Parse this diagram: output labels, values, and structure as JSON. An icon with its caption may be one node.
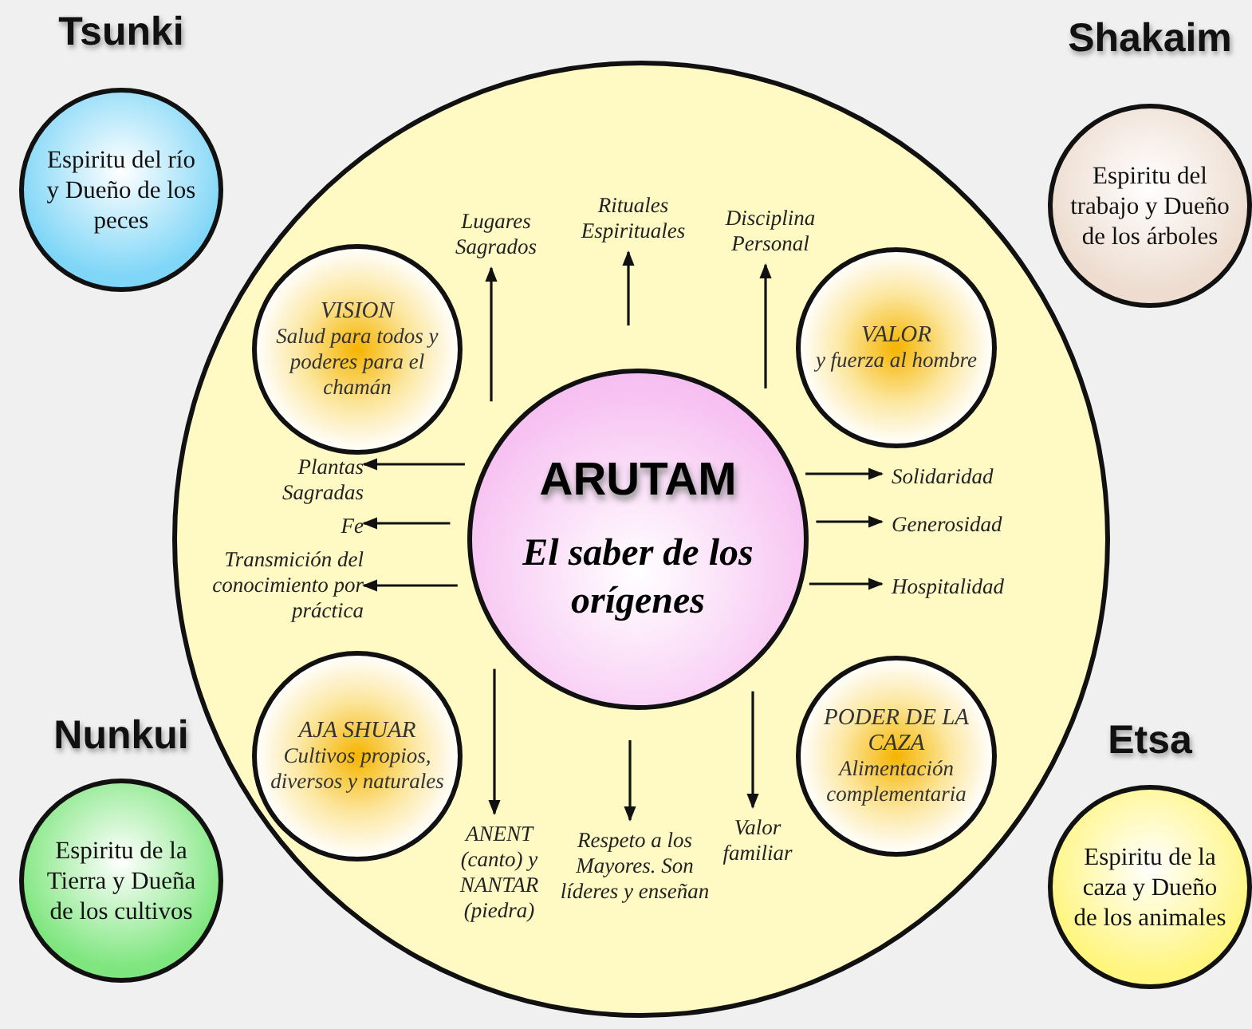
{
  "diagram": {
    "nodes": [
      {
        "text": [
          "Tsunki",
          "Espiritu del río y Dueño de los peces"
        ]
      },
      {
        "text": [
          "Shakaim",
          "Espiritu del trabajo y Dueño de los árboles"
        ]
      },
      {
        "text": [],
        "shape": "circle"
      },
      {
        "text": [
          "Lugares Sagrados"
        ],
        "in": 2
      },
      {
        "text": [
          "Rituales Espirituales"
        ],
        "in": 2
      },
      {
        "text": [
          "Disciplina Personal"
        ],
        "in": 2
      },
      {
        "text": [
          "VISION",
          "Salud para todos y poderes para el chamán"
        ],
        "in": 2
      },
      {
        "text": [
          "VALOR",
          "y fuerza al hombre"
        ],
        "in": 2
      },
      {
        "text": [
          "ARUTAM",
          "El saber de los orígenes"
        ],
        "in": 2
      },
      {
        "text": [
          "Plantas Sagradas"
        ],
        "in": 2
      },
      {
        "text": [
          "Fe"
        ],
        "in": 2
      },
      {
        "text": [
          "Transmición del conocimiento por práctica"
        ],
        "in": 2
      },
      {
        "text": [
          "Solidaridad"
        ],
        "in": 2
      },
      {
        "text": [
          "Generosidad"
        ],
        "in": 2
      },
      {
        "text": [
          "Hospitalidad"
        ],
        "in": 2
      },
      {
        "text": [
          "AJA SHUAR",
          "Cultivos propios, diversos y naturales"
        ],
        "in": 2
      },
      {
        "text": [
          "PODER DE LA CAZA",
          "Alimentación complementaria"
        ],
        "in": 2
      },
      {
        "text": [
          "ANENT (canto) y NANTAR (piedra)"
        ],
        "in": 2
      },
      {
        "text": [
          "Respeto a los Mayores. Son líderes y enseñan"
        ],
        "in": 2
      },
      {
        "text": [
          "Valor familiar"
        ],
        "in": 2
      },
      {
        "text": [
          "Nunkui",
          "Espiritu de la Tierra y Dueña de los cultivos"
        ]
      },
      {
        "text": [
          "Etsa",
          "Espiritu de la caza y Dueño de los animales"
        ]
      }
    ],
    "edges": [
      {
        "from": 8,
        "to": 3,
        "arrow": "to"
      },
      {
        "from": 8,
        "to": 4,
        "arrow": "to"
      },
      {
        "from": 8,
        "to": 5,
        "arrow": "to"
      },
      {
        "from": 8,
        "to": 9,
        "arrow": "to"
      },
      {
        "from": 8,
        "to": 10,
        "arrow": "to"
      },
      {
        "from": 8,
        "to": 11,
        "arrow": "to"
      },
      {
        "from": 8,
        "to": 12,
        "arrow": "to"
      },
      {
        "from": 8,
        "to": 13,
        "arrow": "to"
      },
      {
        "from": 8,
        "to": 14,
        "arrow": "to"
      },
      {
        "from": 8,
        "to": 17,
        "arrow": "to"
      },
      {
        "from": 8,
        "to": 18,
        "arrow": "to"
      },
      {
        "from": 8,
        "to": 19,
        "arrow": "to"
      }
    ]
  }
}
